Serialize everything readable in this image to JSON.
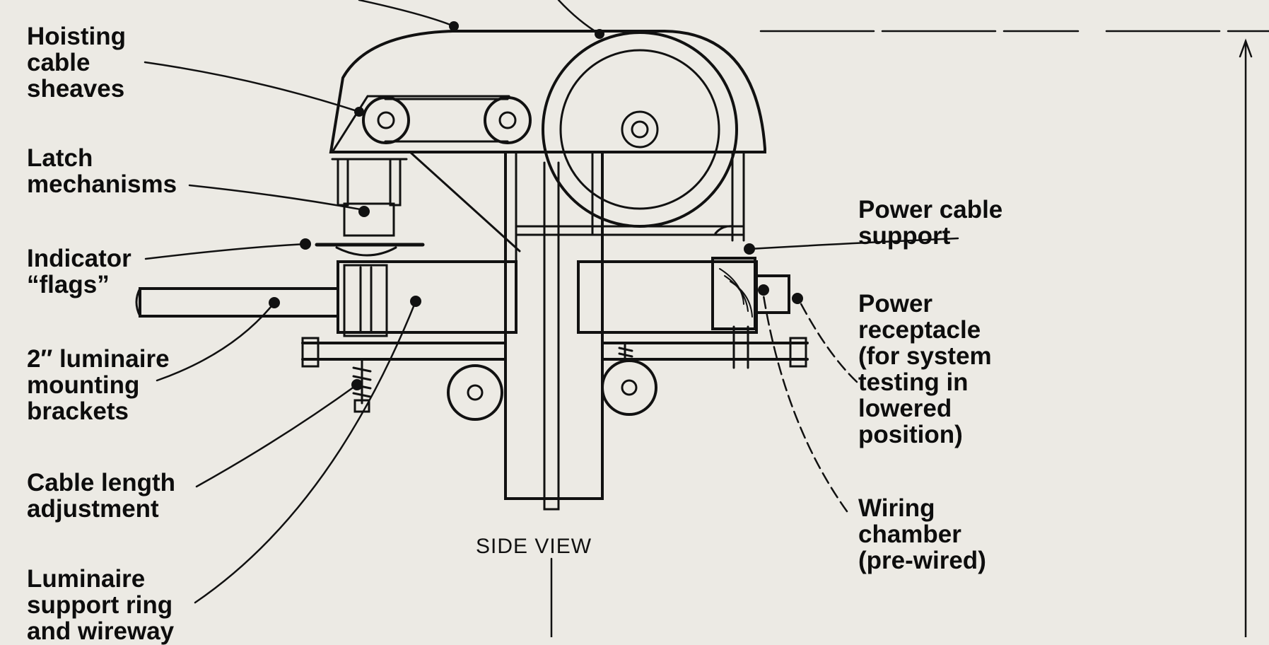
{
  "caption": "SIDE VIEW",
  "labels": {
    "hoisting": "Hoisting\ncable\nsheaves",
    "latch": "Latch\nmechanisms",
    "indicator": "Indicator\n“flags”",
    "brackets": "2″ luminaire\nmounting\nbrackets",
    "cable_length": "Cable length\nadjustment",
    "support_ring": "Luminaire\nsupport ring\nand wireway",
    "power_cable": "Power cable\nsupport",
    "receptacle": "Power\nreceptacle\n(for system\ntesting in\nlowered\nposition)",
    "wiring": "Wiring\nchamber\n(pre-wired)"
  },
  "colors": {
    "paper": "#eceae4",
    "ink": "#0d0d0d"
  }
}
